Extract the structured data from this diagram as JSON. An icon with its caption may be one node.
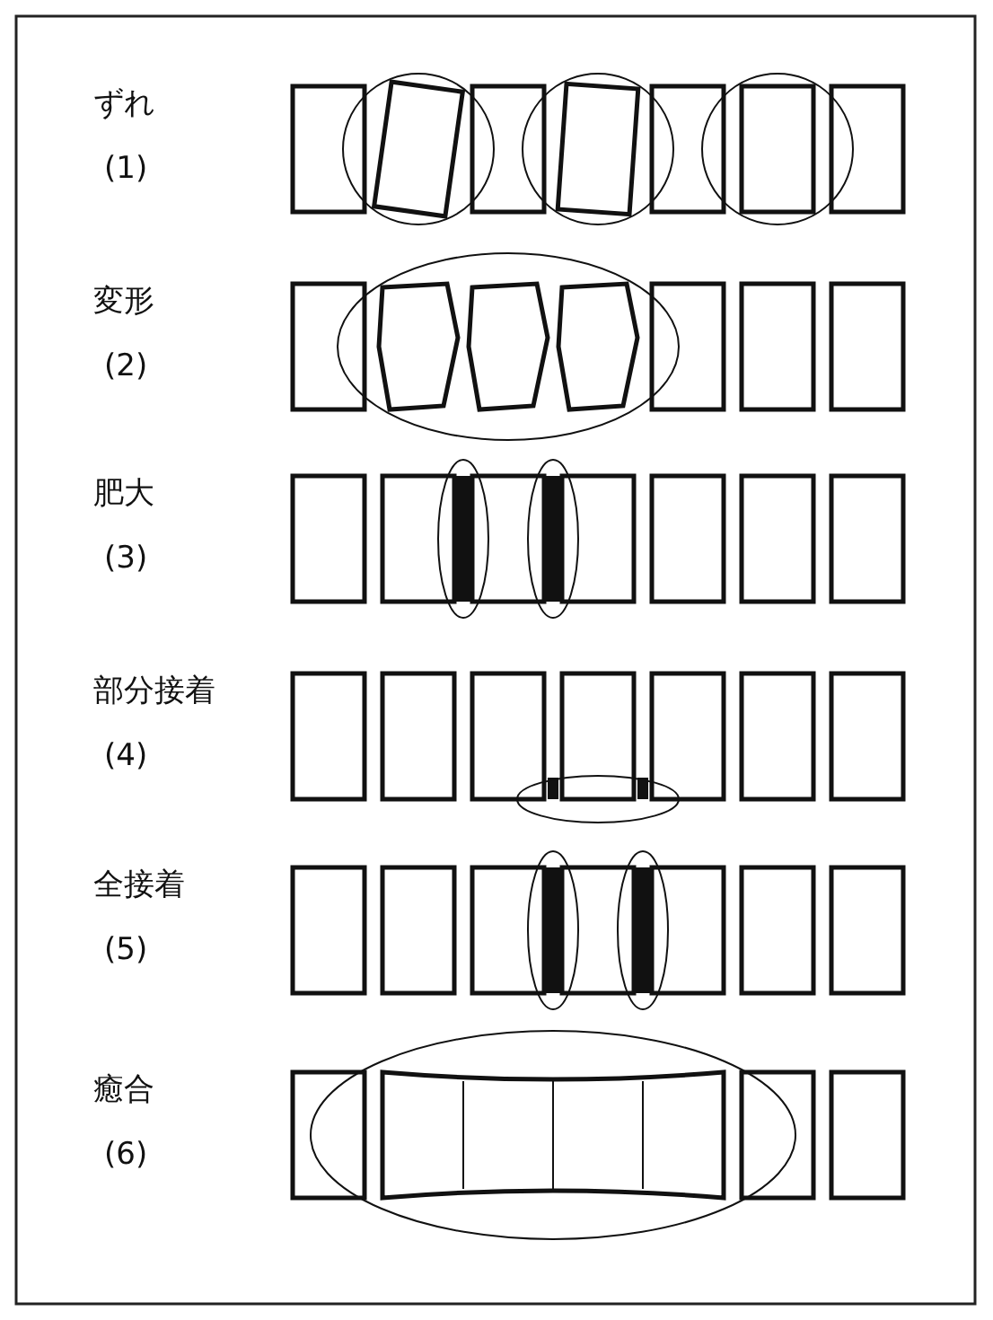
{
  "diagram": {
    "labels": [
      "ずれ",
      "(1)",
      "変形",
      "(2)",
      "肥大",
      "(3)",
      "部分接着",
      "(4)",
      "全接着",
      "(5)",
      "癒合",
      "(6)"
    ]
  }
}
